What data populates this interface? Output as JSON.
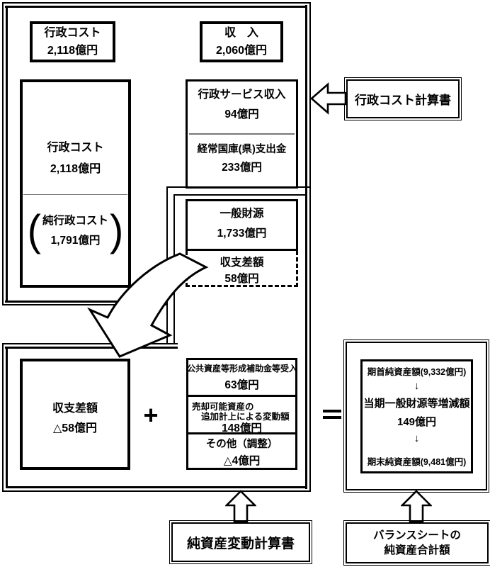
{
  "top_section": {
    "cost_header": {
      "title": "行政コスト",
      "amount": "2,118億円"
    },
    "revenue_header": {
      "title": "収　入",
      "amount": "2,060億円"
    },
    "cost_box": {
      "title": "行政コスト",
      "amount": "2,118億円",
      "net_label": "純行政コスト",
      "net_amount": "1,791億円"
    },
    "revenue_items": [
      {
        "label": "行政サービス収入",
        "amount": "94億円"
      },
      {
        "label": "経常国庫(県)支出金",
        "amount": "233億円"
      },
      {
        "label": "一般財源",
        "amount": "1,733億円"
      },
      {
        "label": "収支差額",
        "amount": "58億円"
      }
    ],
    "statement_label": "行政コスト計算書"
  },
  "bottom_section": {
    "balance_box": {
      "label": "収支差額",
      "amount": "△58億円"
    },
    "plus": "+",
    "adjustment_items": [
      {
        "line1": "公共資産等形成補助金等受入",
        "line2": "",
        "amount": "63億円"
      },
      {
        "line1": "売却可能資産の",
        "line2": "追加計上による変動額",
        "amount": "148億円"
      },
      {
        "line1": "その他（調整）",
        "line2": "",
        "amount": "△4億円"
      }
    ],
    "equals": "=",
    "net_assets_box": {
      "opening": "期首純資産額(9,332億円)",
      "arrow_down1": "↓",
      "change_label": "当期一般財源等増減額",
      "change_amount": "149億円",
      "arrow_down2": "↓",
      "closing": "期末純資産額(9,481億円)"
    },
    "statement_label": "純資産変動計算書",
    "balance_sheet_label_line1": "バランスシートの",
    "balance_sheet_label_line2": "純資産合計額"
  }
}
